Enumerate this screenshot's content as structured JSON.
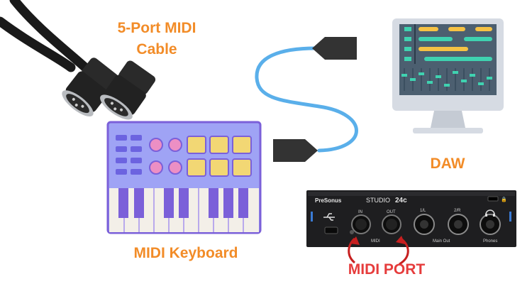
{
  "labels": {
    "cable_line1": "5-Port MIDI",
    "cable_line2": "Cable",
    "daw": "DAW",
    "keyboard": "MIDI Keyboard",
    "midi_port": "MIDI PORT"
  },
  "interface": {
    "brand": "PreSonus",
    "model_prefix": "STUDIO",
    "model_number": "24c",
    "in": "IN",
    "out": "OUT",
    "midi": "MIDI",
    "out_1l": "1/L",
    "out_2r": "2/R",
    "main_out": "Main Out",
    "phones": "Phones"
  },
  "colors": {
    "label_orange": "#f28c28",
    "port_label": "#e63c3c",
    "cable_blue": "#5aafea",
    "plug_gray": "#333333",
    "keyboard_body": "#9fa3f5",
    "keyboard_outline": "#7b60d9",
    "pad_pink": "#ec8fc4",
    "pad_yellow": "#f2d774",
    "monitor_bezel": "#d6dbe3",
    "monitor_screen": "#4c5f70",
    "bar_yellow": "#f6c244",
    "bar_teal": "#3fd2b0",
    "interface_body": "#1e1e20",
    "arrow_red": "#c71f1f"
  }
}
